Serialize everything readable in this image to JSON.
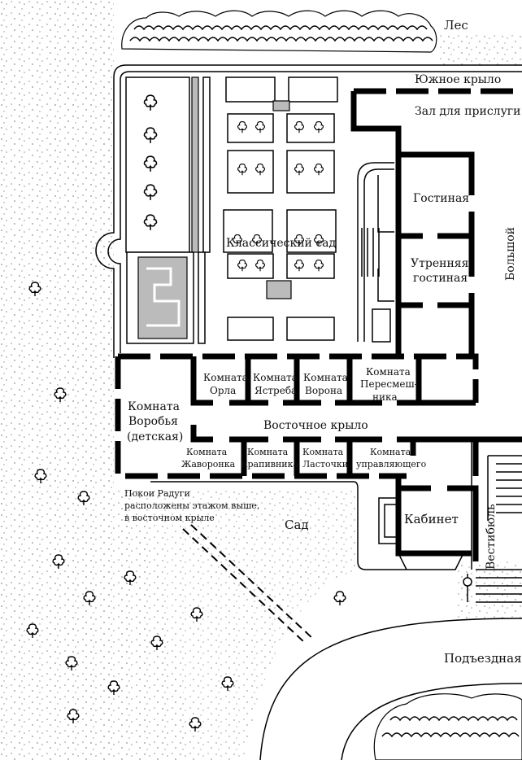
{
  "map": {
    "forest_top": "Лес",
    "south_wing": "Южное крыло",
    "servants_hall": "Зал для прислуги",
    "living_room": "Гостиная",
    "morning_room_line1": "Утренняя",
    "morning_room_line2": "гостиная",
    "great_hall_partial": "Большой",
    "classic_garden": "Классический сад",
    "eagle_room": [
      "Комната",
      "Орла"
    ],
    "hawk_room": [
      "Комната",
      "Ястреба"
    ],
    "raven_room": [
      "Комната",
      "Ворона"
    ],
    "mockingbird_room": [
      "Комната",
      "Пересмеш-",
      "ника"
    ],
    "sparrow_room": [
      "Комната",
      "Воробья",
      "(детская)"
    ],
    "east_wing": "Восточное крыло",
    "lark_room": [
      "Комната",
      "Жаворонка"
    ],
    "wren_room": [
      "Комната",
      "Крапивника"
    ],
    "swallow_room": [
      "Комната",
      "Ласточки"
    ],
    "steward_room": [
      "Комната",
      "управляющего"
    ],
    "rainbow_note": [
      "Покои Радуги",
      "расположены этажом выше,",
      "в восточном крыле"
    ],
    "study": "Кабинет",
    "vestibule": "Вестибюль",
    "garden": "Сад",
    "driveway_partial": "Подъездная"
  }
}
